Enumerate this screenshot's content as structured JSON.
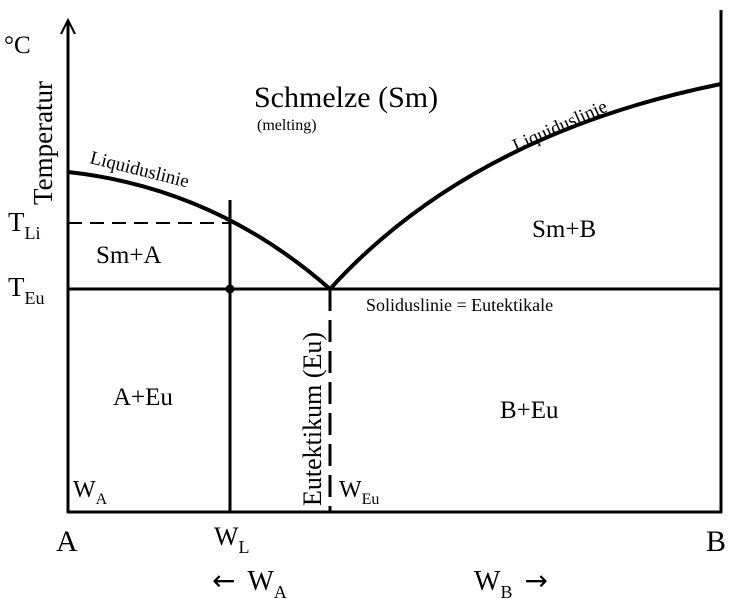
{
  "axis": {
    "unit": "°C",
    "y_title": "Temperatur",
    "left_end": "A",
    "right_end": "B"
  },
  "levels": {
    "liquidus_point": {
      "main": "T",
      "sub": "Li"
    },
    "eutectic": {
      "main": "T",
      "sub": "Eu"
    }
  },
  "compositions": {
    "wa": {
      "main": "W",
      "sub": "A"
    },
    "wl": {
      "main": "W",
      "sub": "L"
    },
    "weu": {
      "main": "W",
      "sub": "Eu"
    }
  },
  "direction_arrows": {
    "left": {
      "arrow": "←",
      "main": "W",
      "sub": "A"
    },
    "right": {
      "arrow": "→",
      "main": "W",
      "sub": "B"
    }
  },
  "regions": {
    "melt": "Schmelze (Sm)",
    "melt_note": "(melting)",
    "sm_a": "Sm+A",
    "sm_b": "Sm+B",
    "a_eu": "A+Eu",
    "b_eu": "B+Eu"
  },
  "line_labels": {
    "liquidus_left": "Liquiduslinie",
    "liquidus_right": "Liquiduslinie",
    "solidus": "Soliduslinie = Eutektikale",
    "eutectic": "Eutektikum (Eu)"
  },
  "colors": {
    "line": "#000000",
    "background": "#ffffff"
  }
}
